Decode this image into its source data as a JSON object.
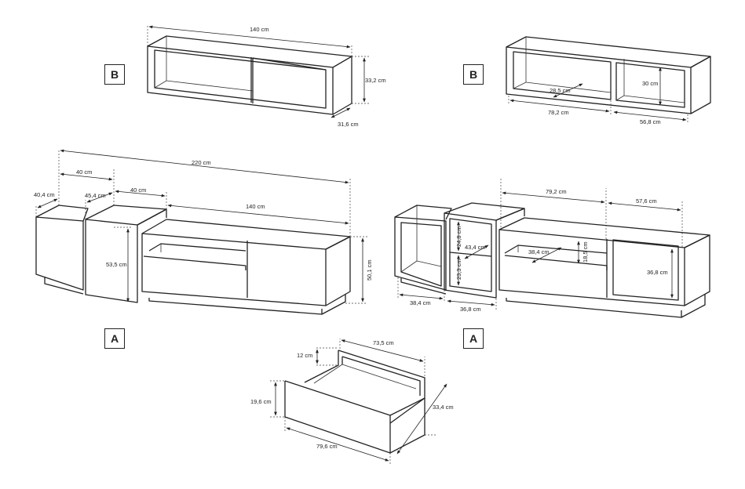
{
  "badges": {
    "b_left": "B",
    "b_right": "B",
    "a_left": "A",
    "a_right": "A"
  },
  "dims": {
    "b1_width": "140 cm",
    "b1_height": "33,2 cm",
    "b1_depth": "31,6 cm",
    "b2_inner_depth": "28,5 cm",
    "b2_left_width": "78,2 cm",
    "b2_right_width": "56,8 cm",
    "b2_height": "30 cm",
    "a1_total": "220 cm",
    "a1_w40_top": "40 cm",
    "a1_w40_mid": "40 cm",
    "a1_d40_4": "40,4 cm",
    "a1_d45_4": "45,4 cm",
    "a1_w140": "140 cm",
    "a1_h53_5": "53,5 cm",
    "a1_h50_1": "50,1 cm",
    "a2_w79_2": "79,2 cm",
    "a2_w57_6": "57,6 cm",
    "a2_h24_8": "24,8 cm",
    "a2_d43_4": "43,4 cm",
    "a2_h23_3": "23,3 cm",
    "a2_w38_4_left": "38,4 cm",
    "a2_w36_8_bottom": "36,8 cm",
    "a2_d38_4": "38,4 cm",
    "a2_h18_5": "18,5 cm",
    "a2_h36_8": "36,8 cm",
    "dr_w73_5": "73,5 cm",
    "dr_h12": "12 cm",
    "dr_h19_6": "19,6 cm",
    "dr_d33_4": "33,4 cm",
    "dr_w79_6": "79,6 cm"
  }
}
